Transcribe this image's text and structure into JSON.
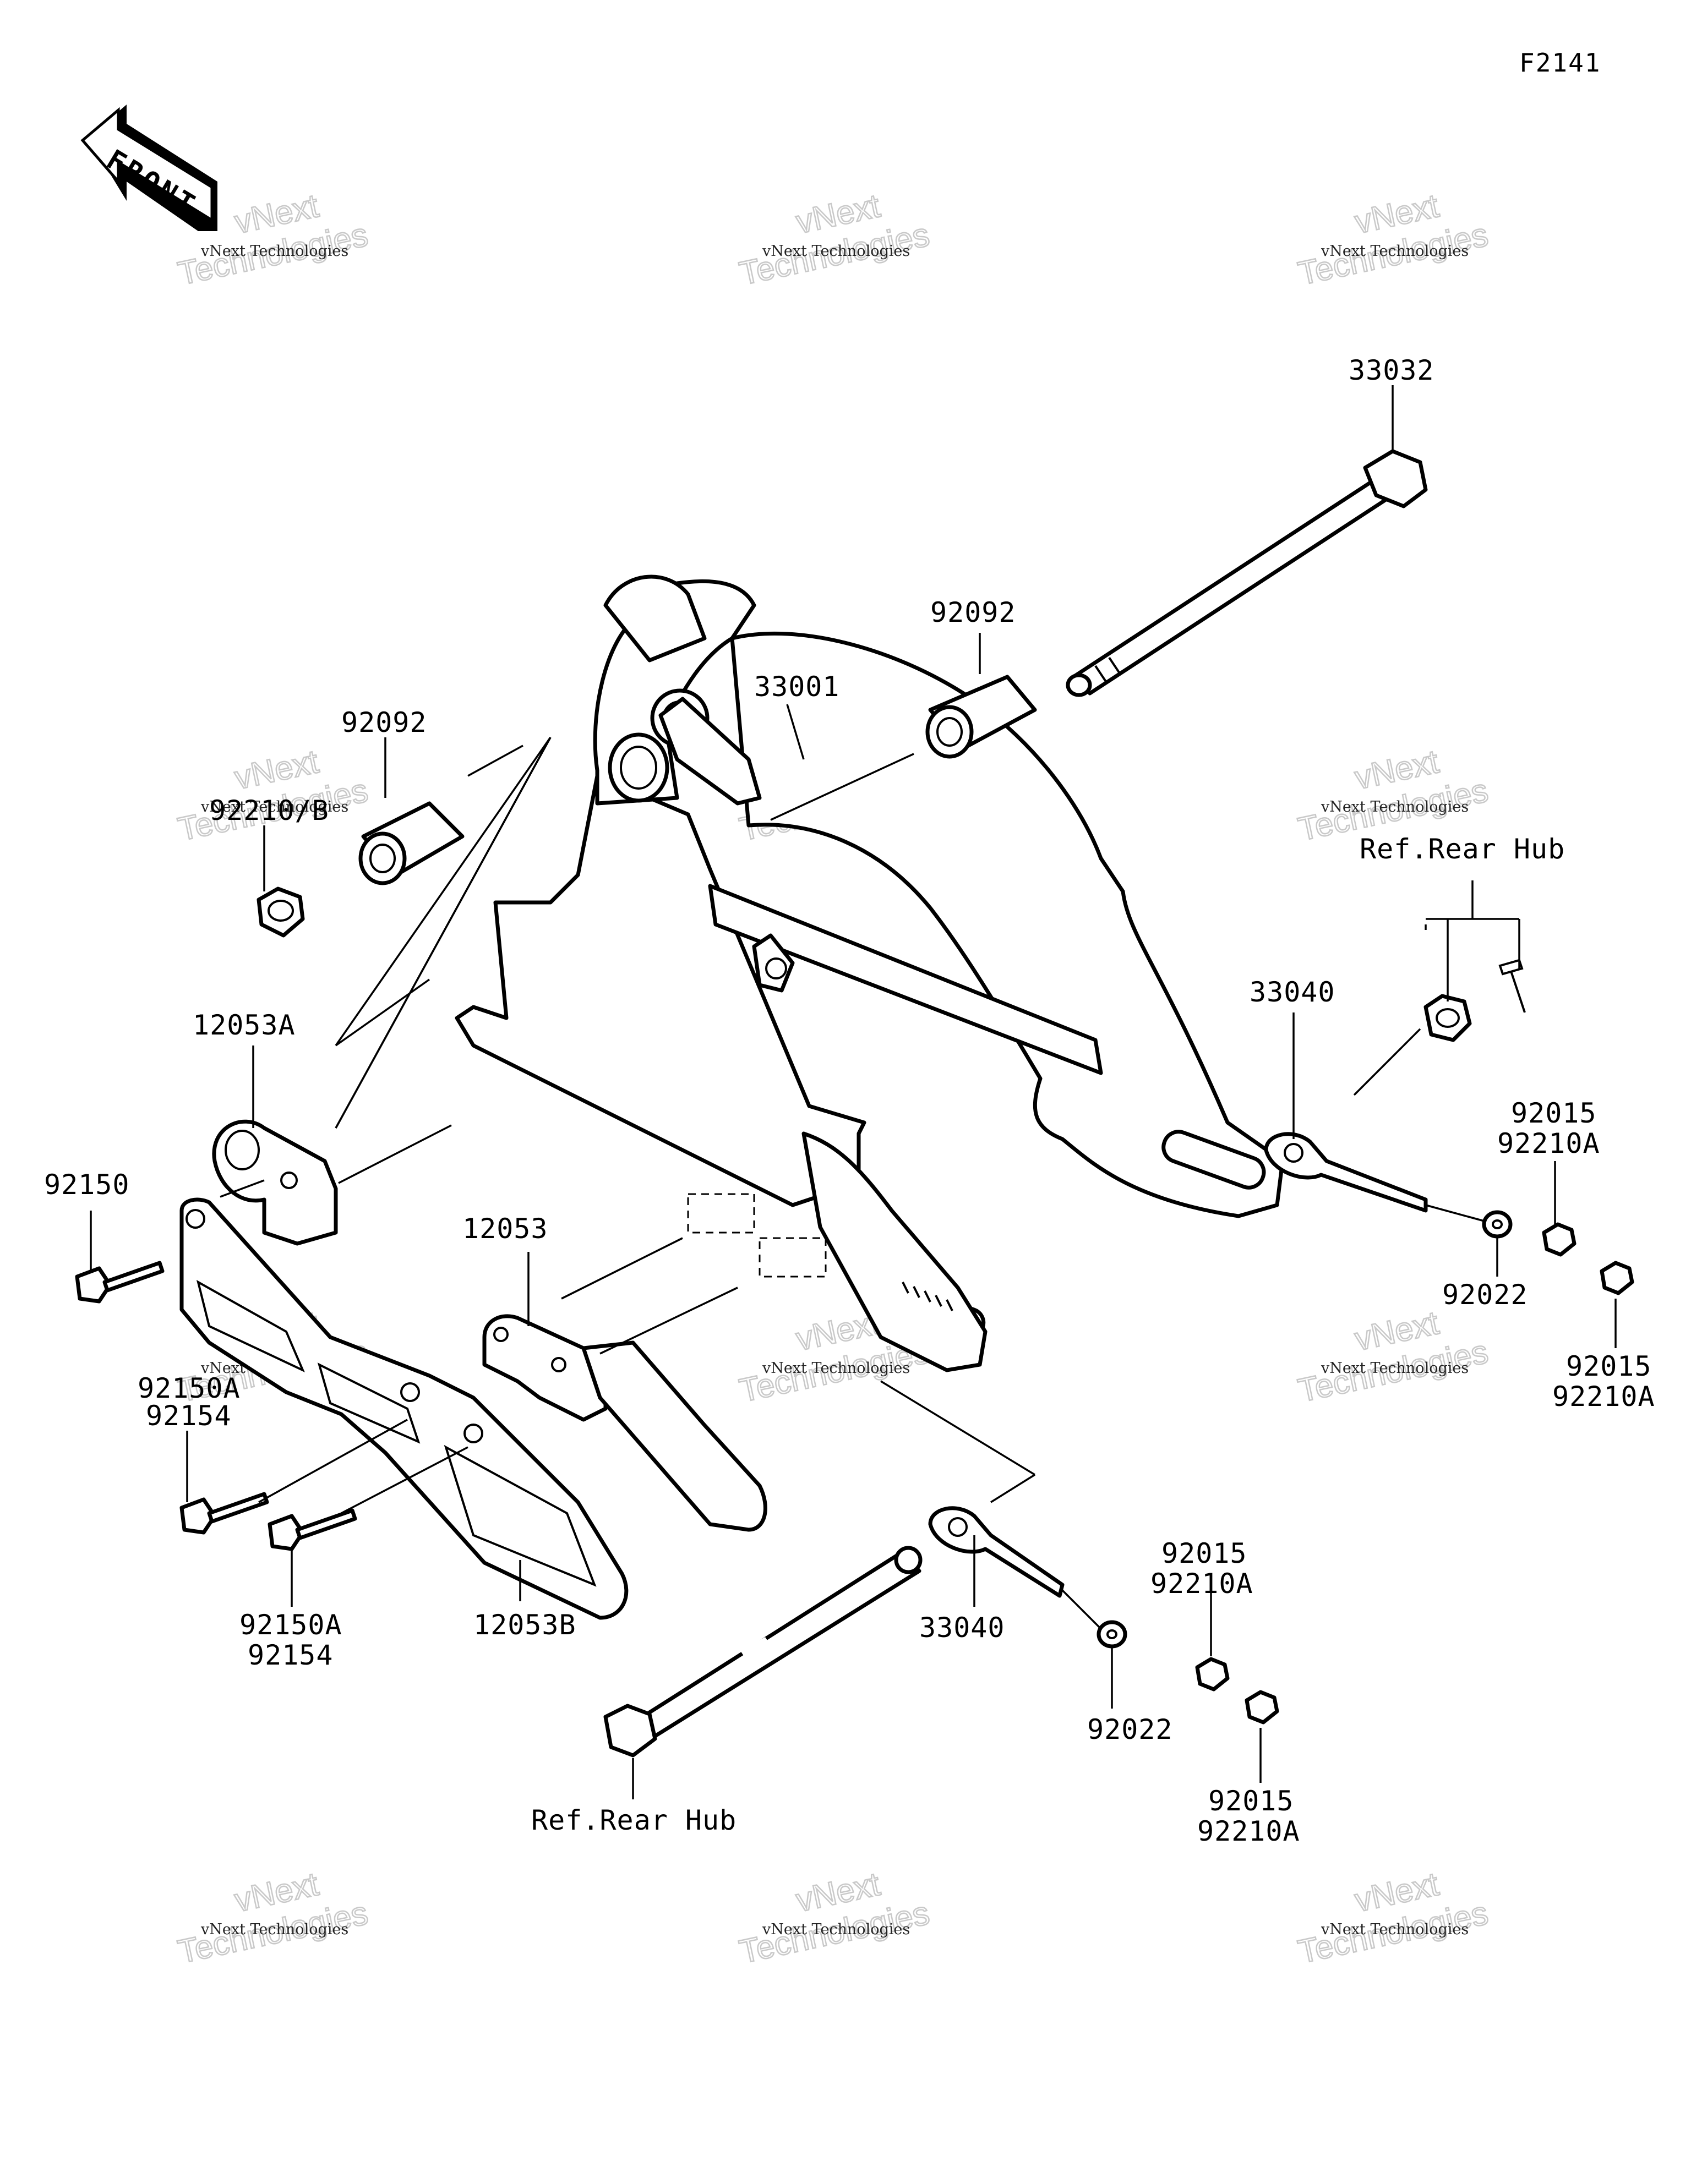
{
  "figure_code": "F2141",
  "front_arrow_text": "FRONT",
  "references": {
    "ref_top": "Ref.Rear Hub",
    "ref_bottom": "Ref.Rear Hub"
  },
  "labels": {
    "p33032": "33032",
    "p92092_right": "92092",
    "p33001": "33001",
    "p92092_left": "92092",
    "p92210b": "92210/B",
    "p12053a": "12053A",
    "p92150": "92150",
    "p12053": "12053",
    "p92150a_top_a": "92150A",
    "p92154_top_b": "92154",
    "p92150a_bot_a": "92150A",
    "p92154_bot_b": "92154",
    "p12053b": "12053B",
    "p33040_right": "33040",
    "p92015_r1_a": "92015",
    "p92210a_r1_b": "92210A",
    "p92022_right": "92022",
    "p92015_r2_a": "92015",
    "p92210a_r2_b": "92210A",
    "p33040_bottom": "33040",
    "p92015_b1_a": "92015",
    "p92210a_b1_b": "92210A",
    "p92022_bottom": "92022",
    "p92015_b2_a": "92015",
    "p92210a_b2_b": "92210A"
  },
  "watermark": {
    "line1": "vNext Technologies",
    "line2": "vNext",
    "line3": "Technologies"
  }
}
